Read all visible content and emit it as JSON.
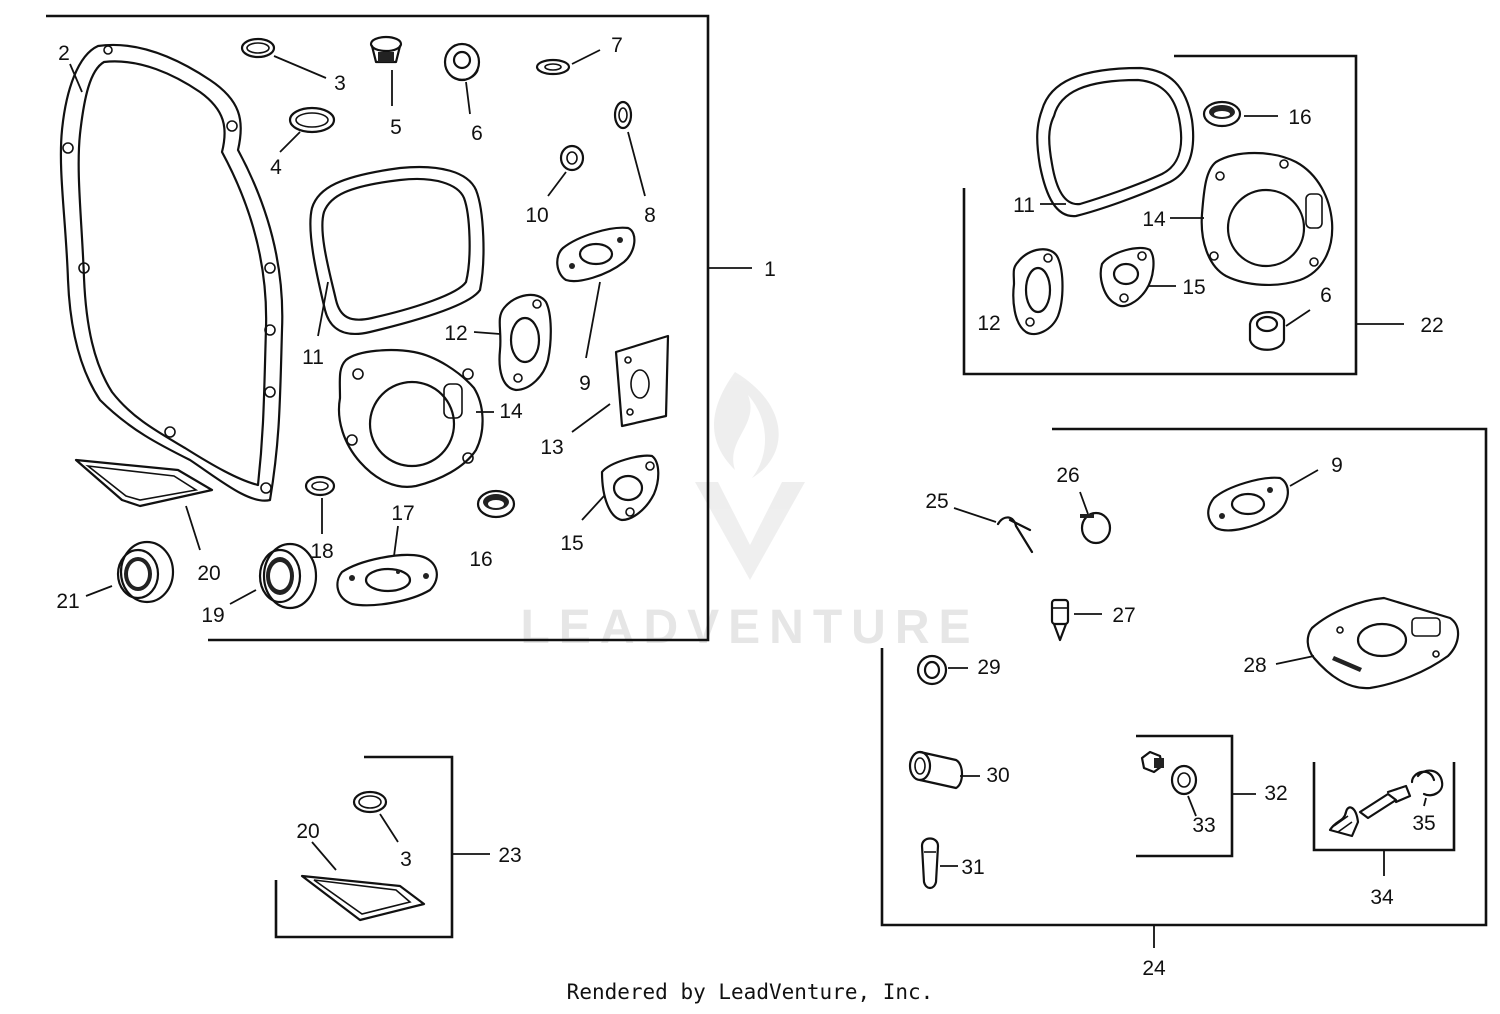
{
  "footer": "Rendered by LeadVenture, Inc.",
  "watermark": "LEADVENTURE",
  "colors": {
    "line": "#111111",
    "watermark": "#e6e6e6",
    "background": "#ffffff"
  },
  "labels": {
    "g1": {
      "n1": "1",
      "n2": "2",
      "n3": "3",
      "n4": "4",
      "n5": "5",
      "n6": "6",
      "n7": "7",
      "n8": "8",
      "n9": "9",
      "n10": "10",
      "n11": "11",
      "n12": "12",
      "n13": "13",
      "n14": "14",
      "n15": "15",
      "n16": "16",
      "n17": "17",
      "n18": "18",
      "n19": "19",
      "n20": "20",
      "n21": "21"
    },
    "g22": {
      "n22": "22",
      "n16": "16",
      "n11": "11",
      "n14": "14",
      "n12": "12",
      "n15": "15",
      "n6": "6"
    },
    "g23": {
      "n23": "23",
      "n20": "20",
      "n3": "3"
    },
    "g24": {
      "n24": "24",
      "n25": "25",
      "n26": "26",
      "n9": "9",
      "n27": "27",
      "n28": "28",
      "n29": "29",
      "n30": "30",
      "n31": "31",
      "n32": "32",
      "n33": "33",
      "n34": "34",
      "n35": "35"
    }
  }
}
